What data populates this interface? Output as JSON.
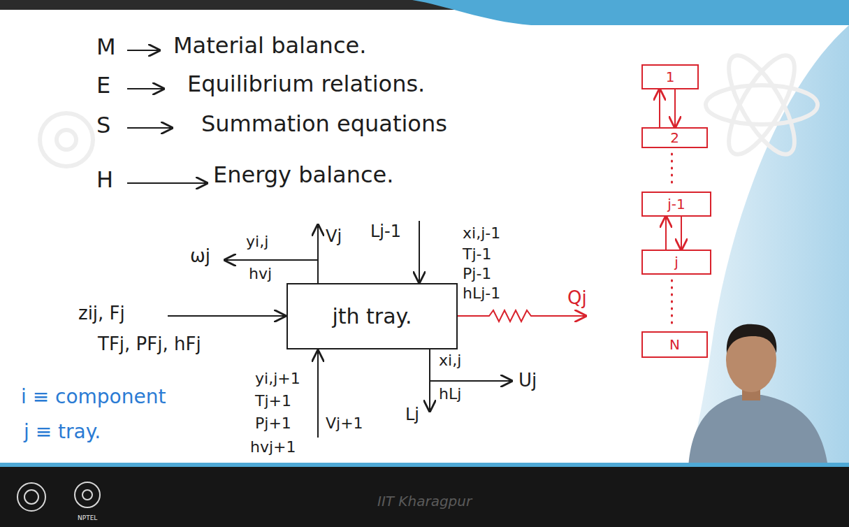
{
  "diagram": {
    "nodes": [
      {
        "text": [
          "jth tray."
        ]
      },
      {
        "text": [
          "1"
        ]
      },
      {
        "text": [
          "2"
        ]
      },
      {
        "text": [
          "j-1"
        ]
      },
      {
        "text": [
          "j"
        ]
      },
      {
        "text": [
          "N"
        ]
      }
    ],
    "edges": [
      {
        "from": 2,
        "to": 1,
        "arrow": "to"
      },
      {
        "from": 1,
        "to": 2,
        "arrow": "to"
      },
      {
        "from": 2,
        "to": 3,
        "arrow": "none"
      },
      {
        "from": 4,
        "to": 3,
        "arrow": "to"
      },
      {
        "from": 3,
        "to": 4,
        "arrow": "to"
      },
      {
        "from": 4,
        "to": 5,
        "arrow": "none"
      }
    ],
    "labels": [
      "M",
      "Material balance.",
      "E",
      "Equilibrium relations.",
      "S",
      "Summation equations",
      "H",
      "Energy balance.",
      "yi,j",
      "hvj",
      "Vj",
      "ωj",
      "Lj-1",
      "xi,j-1",
      "Tj-1",
      "Pj-1",
      "hLj-1",
      "Qj",
      "zij, Fj",
      "TFj, PFj, hFj",
      "yi,j+1",
      "Tj+1",
      "Pj+1",
      "Vj+1",
      "hvj+1",
      "xi,j",
      "hLj",
      "Uj",
      "Lj",
      "i ≡ component",
      "j ≡ tray.",
      "IIT Kharagpur",
      "NPTEL"
    ]
  }
}
